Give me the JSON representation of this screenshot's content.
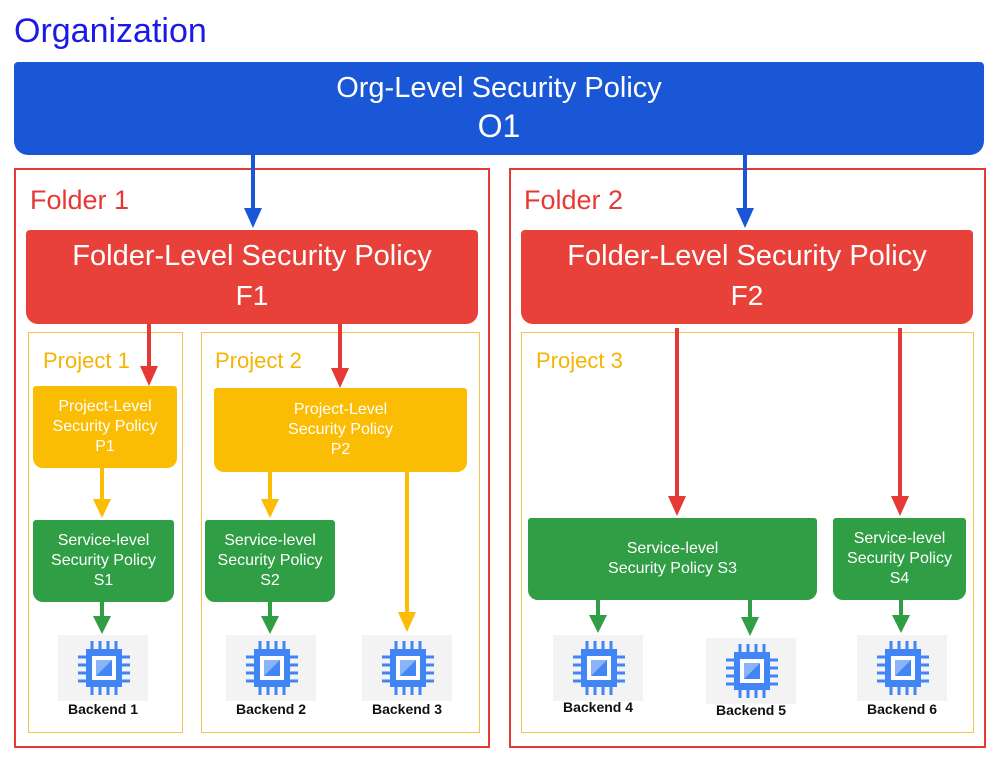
{
  "organization": {
    "label": "Organization",
    "policy_line1": "Org-Level Security Policy",
    "policy_line2": "O1"
  },
  "folders": [
    {
      "label": "Folder 1",
      "policy_line1": "Folder-Level Security Policy",
      "policy_line2": "F1",
      "projects": [
        {
          "label": "Project 1",
          "policy_lines": [
            "Project-Level",
            "Security Policy",
            "P1"
          ],
          "services": [
            {
              "lines": [
                "Service-level",
                "Security Policy",
                "S1"
              ]
            }
          ],
          "backends": [
            "Backend 1"
          ]
        },
        {
          "label": "Project 2",
          "policy_lines": [
            "Project-Level",
            "Security Policy",
            "P2"
          ],
          "services": [
            {
              "lines": [
                "Service-level",
                "Security Policy",
                "S2"
              ]
            }
          ],
          "backends": [
            "Backend 2",
            "Backend 3"
          ]
        }
      ]
    },
    {
      "label": "Folder 2",
      "policy_line1": "Folder-Level Security Policy",
      "policy_line2": "F2",
      "projects": [
        {
          "label": "Project 3",
          "services": [
            {
              "lines": [
                "Service-level",
                "Security Policy S3"
              ]
            },
            {
              "lines": [
                "Service-level",
                "Security Policy",
                "S4"
              ]
            }
          ],
          "backends": [
            "Backend 4",
            "Backend 5",
            "Backend 6"
          ]
        }
      ]
    }
  ],
  "colors": {
    "org_blue": "#1a57d6",
    "folder_red": "#e8413a",
    "project_yellow": "#fbbc04",
    "service_green": "#2f9e44",
    "chip_blue": "#4285f4"
  },
  "icons": {
    "backend": "compute-chip-icon"
  }
}
